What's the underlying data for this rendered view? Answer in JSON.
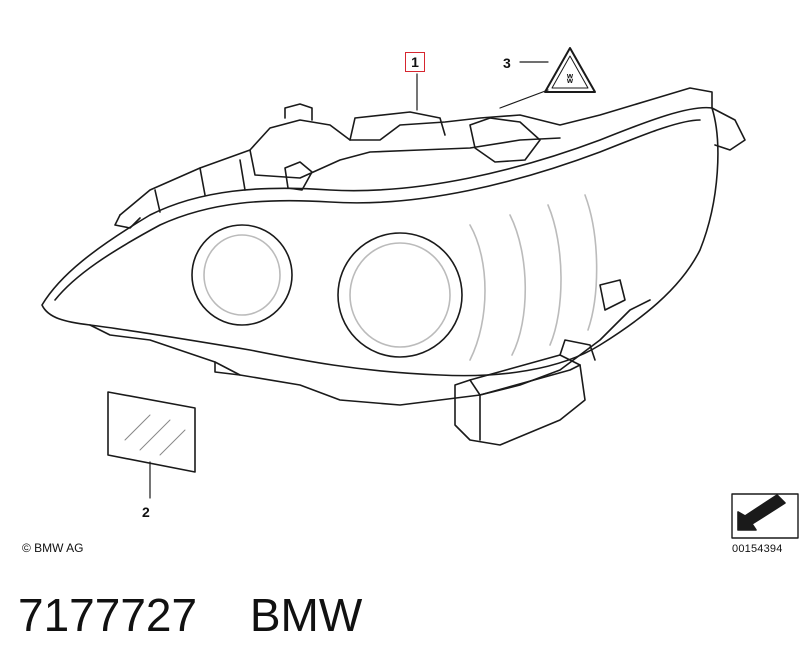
{
  "callouts": {
    "item1": "1",
    "item2": "2",
    "item3": "3"
  },
  "copyright": "© BMW AG",
  "drawing_number": "00154394",
  "footer": {
    "part_number": "7177727",
    "brand": "BMW"
  },
  "colors": {
    "line": "#1a1a1a",
    "callout_highlight": "#d6262f",
    "background": "#ffffff"
  },
  "icons": {
    "warning_label": "warning-triangle-icon",
    "direction_arrow": "arrow-icon"
  }
}
